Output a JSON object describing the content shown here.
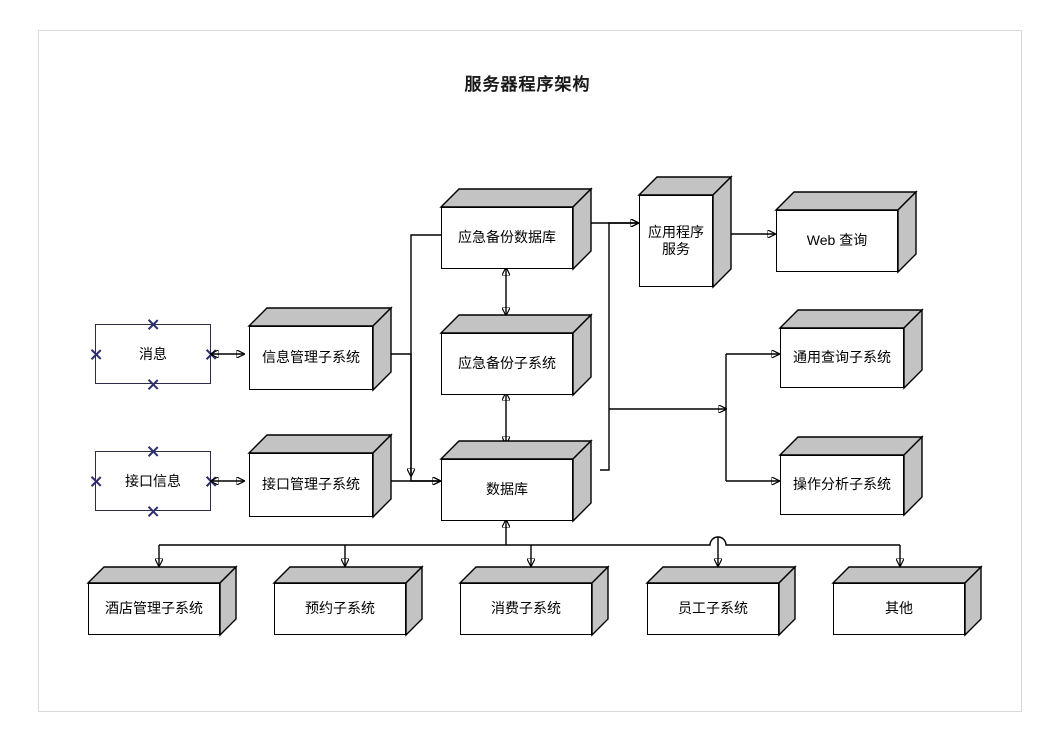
{
  "title": "服务器程序架构",
  "boxes": {
    "message": {
      "label": "消息"
    },
    "interface_info": {
      "label": "接口信息"
    },
    "info_mgmt_subsystem": {
      "label": "信息管理子系统"
    },
    "interface_mgmt_subsystem": {
      "label": "接口管理子系统"
    },
    "emergency_backup_db": {
      "label": "应急备份数据库"
    },
    "emergency_backup_subsystem": {
      "label": "应急备份子系统"
    },
    "database": {
      "label": "数据库"
    },
    "app_program_service": {
      "label": "应用程序\n服务",
      "line1": "应用程序",
      "line2": "服务"
    },
    "web_query": {
      "label": "Web 查询"
    },
    "general_query_subsystem": {
      "label": "通用查询子系统"
    },
    "operation_analysis_subsystem": {
      "label": "操作分析子系统"
    },
    "hotel_mgmt_subsystem": {
      "label": "酒店管理子系统"
    },
    "reservation_subsystem": {
      "label": "预约子系统"
    },
    "consumption_subsystem": {
      "label": "消费子系统"
    },
    "staff_subsystem": {
      "label": "员工子系统"
    },
    "other": {
      "label": "其他"
    }
  },
  "colors": {
    "cube_face": "#ffffff",
    "cube_shade": "#c3c3c3",
    "stroke": "#000000",
    "port_marker": "#2e2e6e",
    "page_border": "#d9d9d9",
    "background": "#ffffff"
  }
}
